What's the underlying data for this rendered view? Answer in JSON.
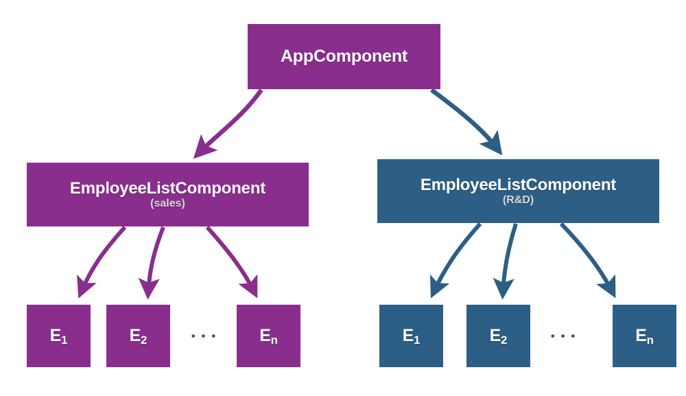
{
  "diagram": {
    "title": "Angular component tree with two EmployeeListComponent branches",
    "background": "#ffffff",
    "colors": {
      "purple": "#8a2e8e",
      "blue": "#2d5e85",
      "text": "#ffffff",
      "subtitle": "#d8d8d8",
      "ellipsis": "#46566b"
    },
    "root": {
      "label": "AppComponent",
      "color": "#8a2e8e"
    },
    "branches": [
      {
        "label": "EmployeeListComponent",
        "sublabel": "(sales)",
        "color": "#8a2e8e",
        "leaves": [
          {
            "base": "E",
            "sub": "1"
          },
          {
            "base": "E",
            "sub": "2"
          },
          {
            "base": "E",
            "sub": "n"
          }
        ],
        "ellipsis": "• • •"
      },
      {
        "label": "EmployeeListComponent",
        "sublabel": "(R&D)",
        "color": "#2d5e85",
        "leaves": [
          {
            "base": "E",
            "sub": "1"
          },
          {
            "base": "E",
            "sub": "2"
          },
          {
            "base": "E",
            "sub": "n"
          }
        ],
        "ellipsis": "• • •"
      }
    ]
  }
}
